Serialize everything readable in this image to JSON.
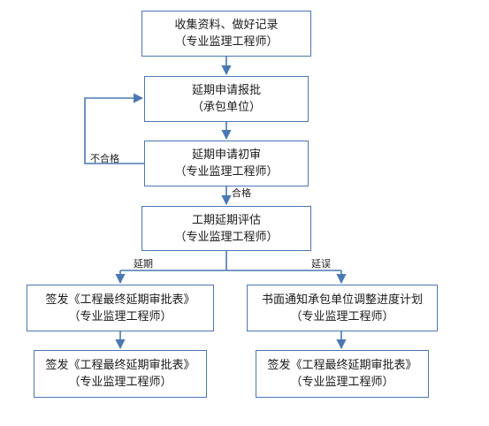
{
  "flowchart": {
    "nodes": {
      "collect": {
        "line1": "收集资料、做好记录",
        "line2": "（专业监理工程师）"
      },
      "apply": {
        "line1": "延期申请报批",
        "line2": "（承包单位）"
      },
      "review": {
        "line1": "延期申请初审",
        "line2": "（专业监理工程师）"
      },
      "assess": {
        "line1": "工期延期评估",
        "line2": "（专业监理工程师）"
      },
      "left_issue": {
        "line1": "签发《工程最终延期审批表》",
        "line2": "（专业监理工程师）"
      },
      "left_final": {
        "line1": "签发《工程最终延期审批表》",
        "line2": "（专业监理工程师）"
      },
      "right_notify": {
        "line1": "书面通知承包单位调整进度计划",
        "line2": "（专业监理工程师）"
      },
      "right_final": {
        "line1": "签发《工程最终延期审批表》",
        "line2": "（专业监理工程师）"
      }
    },
    "labels": {
      "unqualified": "不合格",
      "qualified": "合格",
      "extend": "延期",
      "delay": "延误"
    },
    "colors": {
      "border": "#4a78b4",
      "connector": "#4a78b4"
    }
  }
}
